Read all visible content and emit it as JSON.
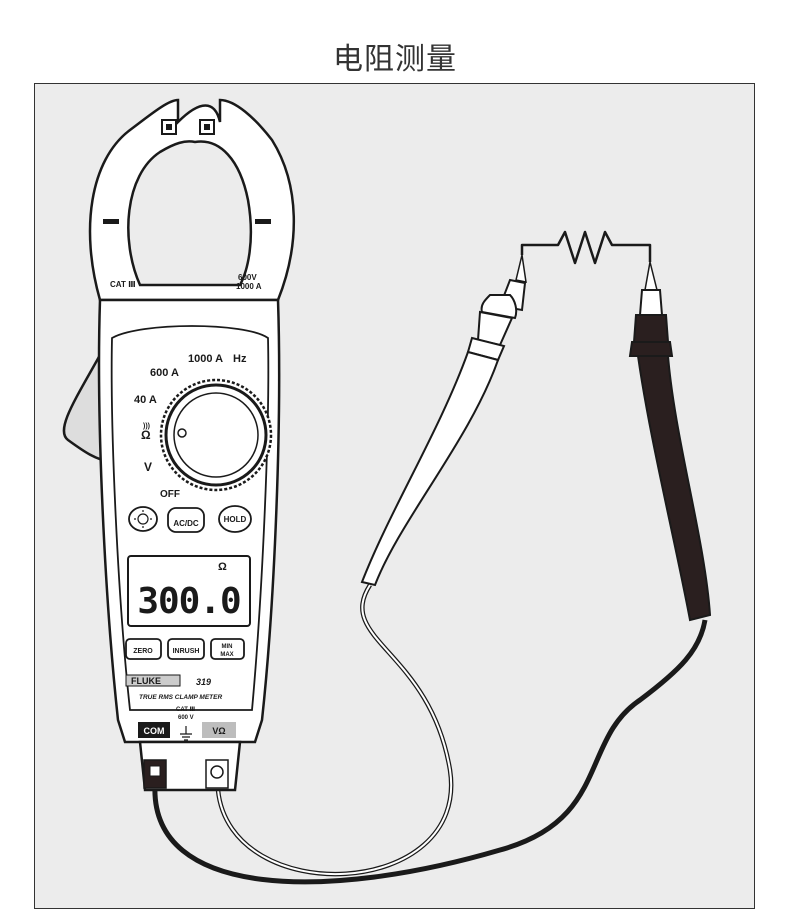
{
  "title": "电阻测量",
  "meter": {
    "brand": "FLUKE",
    "model": "319",
    "subtitle": "TRUE RMS CLAMP METER",
    "cat_left": "CAT Ⅲ",
    "jaw_rating_1": "600V",
    "jaw_rating_2": "1000 A",
    "dial": {
      "r_1000a": "1000 A",
      "r_hz": "Hz",
      "r_600a": "600 A",
      "r_40a": "40 A",
      "r_ohm": "Ω",
      "r_v": "V",
      "off": "OFF"
    },
    "buttons": {
      "acdc": "AC/DC",
      "hold": "HOLD",
      "zero": "ZERO",
      "inrush": "INRUSH",
      "min": "MIN",
      "max": "MAX"
    },
    "display": {
      "unit": "Ω",
      "reading": "300.0"
    },
    "jacks": {
      "com": "COM",
      "vohm": "VΩ",
      "cat": "CAT Ⅲ",
      "volt": "600 V"
    }
  },
  "colors": {
    "frame_bg": "#ececec",
    "body_fill": "#ffffff",
    "stroke": "#1a1a1a",
    "black_probe": "#2a1f1f",
    "grey_jack": "#bdbdbd"
  }
}
